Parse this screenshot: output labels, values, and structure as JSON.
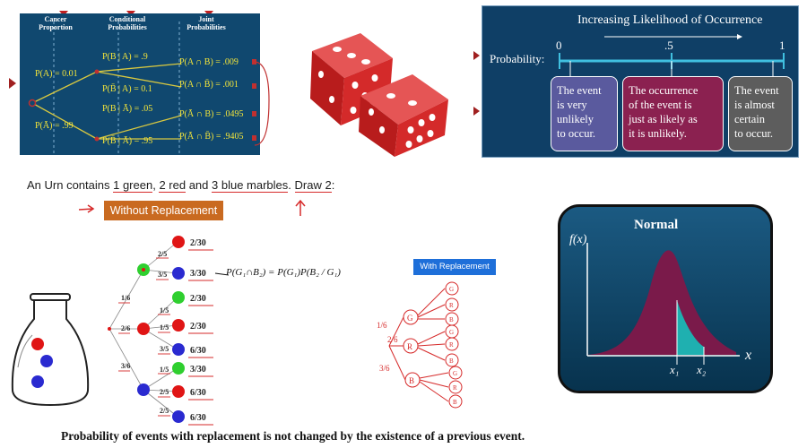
{
  "cancer_tree": {
    "headers": [
      "Cancer\nProportion",
      "Conditional\nProbabilities",
      "Joint\nProbabilities"
    ],
    "p_a": "P(A) = 0.01",
    "p_not_a": "P(Ā) = .99",
    "cond": [
      "P(B | A) = .9",
      "P(B̄ | A) = 0.1",
      "P(B | Ā) = .05",
      "P(B̄ | Ā) = .95"
    ],
    "joint": [
      "P(A ∩ B) = .009",
      "P(A ∩ B̄) = .001",
      "P(Ā ∩ B) = .0495",
      "P(Ā ∩ B̄) = .9405"
    ]
  },
  "likelihood": {
    "title": "Increasing Likelihood of Occurrence",
    "prob_label": "Probability:",
    "ticks": [
      "0",
      ".5",
      "1"
    ],
    "boxes": [
      "The event\nis very\nunlikely\nto occur.",
      "The occurrence\nof the event is\n just as likely as\nit is unlikely.",
      "The event\nis almost\ncertain\nto occur."
    ],
    "colors": {
      "unlikely": "#5a5a9e",
      "even": "#8b2150",
      "certain": "#5d5d5d"
    }
  },
  "urn": {
    "sentence_pre": "An Urn contains ",
    "green": "1 green",
    "sep1": ", ",
    "red": "2 red",
    "and": " and ",
    "blue": "3 blue marbles",
    "post": ". ",
    "draw": "Draw 2",
    "colon": ":",
    "without_label": "Without Replacement",
    "with_label": "With Replacement",
    "first_branches": [
      "1/6",
      "2/6",
      "3/6"
    ],
    "second_branches": [
      "2/5",
      "3/5",
      "1/5",
      "1/5",
      "3/5",
      "1/5",
      "2/5",
      "2/5"
    ],
    "outcomes": [
      "2/30",
      "3/30",
      "2/30",
      "2/30",
      "6/30",
      "3/30",
      "6/30",
      "6/30"
    ],
    "formula": "P(G₁∩B₂) = P(G₁)P(B₂ / G₁)",
    "wr_first": [
      "1/6",
      "2/6",
      "3/6"
    ],
    "wr_nodes": [
      "G",
      "R",
      "B"
    ],
    "wr_leaves": [
      "G",
      "R",
      "B",
      "G",
      "R",
      "B",
      "G",
      "R",
      "B"
    ]
  },
  "normal": {
    "title": "Normal",
    "ylabel": "f(x)",
    "xlabel": "x",
    "x1": "x₁",
    "x2": "x₂"
  },
  "caption": "Probability of events with replacement is not changed by the existence of a previous event."
}
